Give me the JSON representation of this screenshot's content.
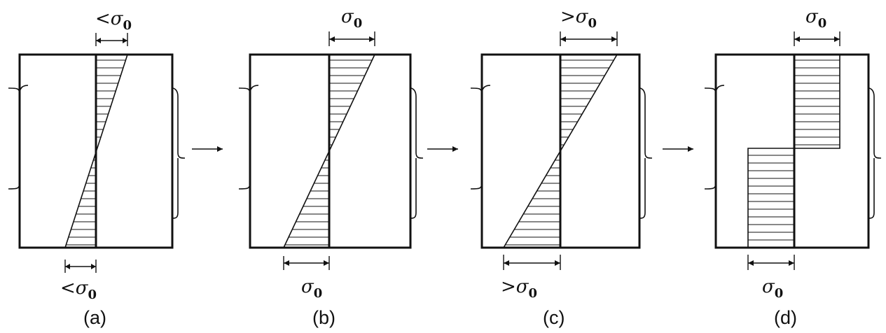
{
  "panels": [
    {
      "caption": "(a)",
      "top_label": "<σ0",
      "bottom_label": "<σ0"
    },
    {
      "caption": "(b)",
      "top_label": "σ0",
      "bottom_label": "σ0"
    },
    {
      "caption": "(c)",
      "top_label": ">σ0",
      "bottom_label": ">σ0"
    },
    {
      "caption": "(d)",
      "top_label": "σ0",
      "bottom_label": "σ0"
    }
  ]
}
